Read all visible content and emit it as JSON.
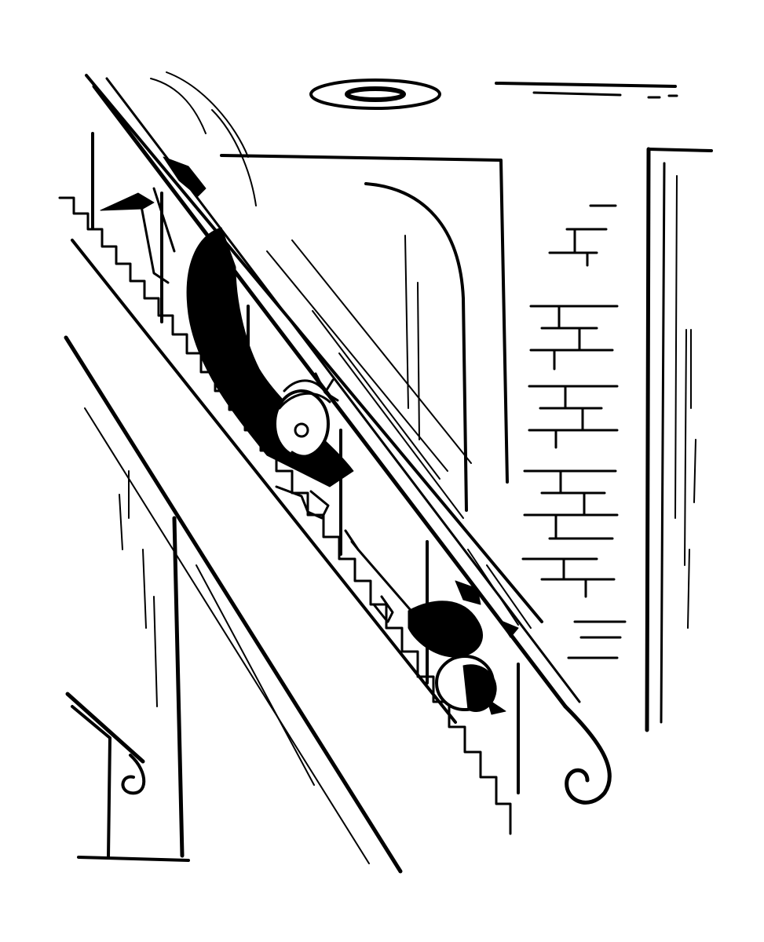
{
  "illustration": {
    "style": "black ink line drawing on white",
    "ink_color": "#000000",
    "paper_color": "#ffffff",
    "subjects": [
      "man-tumbling-down-stairs",
      "dog-descending-stairs",
      "staircase",
      "handrail",
      "brick-wall",
      "ceiling-light",
      "doorway"
    ]
  }
}
